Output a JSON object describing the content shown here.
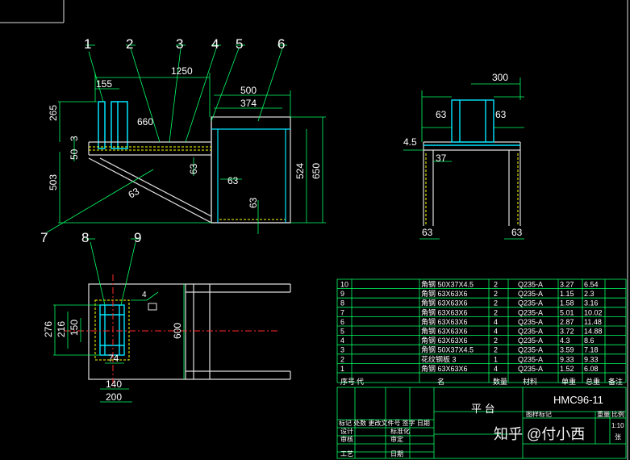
{
  "colors": {
    "background": "#000000",
    "outline": "#e0e0e0",
    "dimension": "#00ff66",
    "cyan": "#00e5ff",
    "centerline": "#ff2a2a",
    "hidden": "#ffff00",
    "table": "#00ff66",
    "text": "#ffffff"
  },
  "callouts": [
    "1",
    "2",
    "3",
    "4",
    "5",
    "6",
    "7",
    "8",
    "9"
  ],
  "front_dims": {
    "d155": "155",
    "d1250": "1250",
    "d660": "660",
    "d500": "500",
    "d374": "374",
    "d265": "265",
    "d3": "3",
    "d50": "50",
    "d503": "503",
    "d63a": "63",
    "d63b": "63",
    "d63c": "63",
    "d63d": "63",
    "d524": "524",
    "d650": "650"
  },
  "side_dims": {
    "d300": "300",
    "d63l": "63",
    "d63r": "63",
    "d45": "4.5",
    "d37": "37",
    "d63bl": "63",
    "d63br": "63"
  },
  "plan_dims": {
    "d276": "276",
    "d216": "216",
    "d150": "150",
    "d74": "74",
    "d140": "140",
    "d200": "200",
    "d600": "600",
    "weld": "4"
  },
  "bom": {
    "rows": [
      {
        "no": "10",
        "name": "角钢 50X37X4.5",
        "qty": "2",
        "mat": "Q235-A",
        "unit": "3.27",
        "total": "6.54"
      },
      {
        "no": "9",
        "name": "角钢 63X63X6",
        "qty": "2",
        "mat": "Q235-A",
        "unit": "1.15",
        "total": "2.3"
      },
      {
        "no": "8",
        "name": "角钢 63X63X6",
        "qty": "2",
        "mat": "Q235-A",
        "unit": "1.58",
        "total": "3.16"
      },
      {
        "no": "7",
        "name": "角钢 63X63X6",
        "qty": "2",
        "mat": "Q235-A",
        "unit": "5.01",
        "total": "10.02"
      },
      {
        "no": "6",
        "name": "角钢 63X63X6",
        "qty": "4",
        "mat": "Q235-A",
        "unit": "2.87",
        "total": "11.48"
      },
      {
        "no": "5",
        "name": "角钢 63X63X6",
        "qty": "4",
        "mat": "Q235-A",
        "unit": "3.72",
        "total": "14.88"
      },
      {
        "no": "4",
        "name": "角钢 63X63X6",
        "qty": "2",
        "mat": "Q235-A",
        "unit": "4.3",
        "total": "8.6"
      },
      {
        "no": "3",
        "name": "角钢 50X37X4.5",
        "qty": "2",
        "mat": "Q235-A",
        "unit": "3.59",
        "total": "7.18"
      },
      {
        "no": "2",
        "name": "花纹钢板 3",
        "qty": "1",
        "mat": "Q235-A",
        "unit": "9.33",
        "total": "9.33"
      },
      {
        "no": "1",
        "name": "角钢 63X63X6",
        "qty": "4",
        "mat": "Q235-A",
        "unit": "1.52",
        "total": "6.08"
      }
    ],
    "header": {
      "no": "序号",
      "code": "代",
      "name": "名",
      "qty": "数量",
      "mat": "材料",
      "unit": "单重",
      "total": "总重",
      "note": "备注"
    }
  },
  "title_block": {
    "title": "平 台",
    "drawing_no": "HMC96-11",
    "stage_label": "图样标记",
    "weight_label": "重量",
    "scale_label": "比例",
    "scale": "1:10",
    "sheet": "张",
    "rev_labels": "标记 处数 更改文件号 签字 日期",
    "design": "设计",
    "check": "审核",
    "craft": "工艺",
    "std": "标准化",
    "approve": "审定",
    "date": "日期"
  },
  "watermark": "知乎 @付小西"
}
